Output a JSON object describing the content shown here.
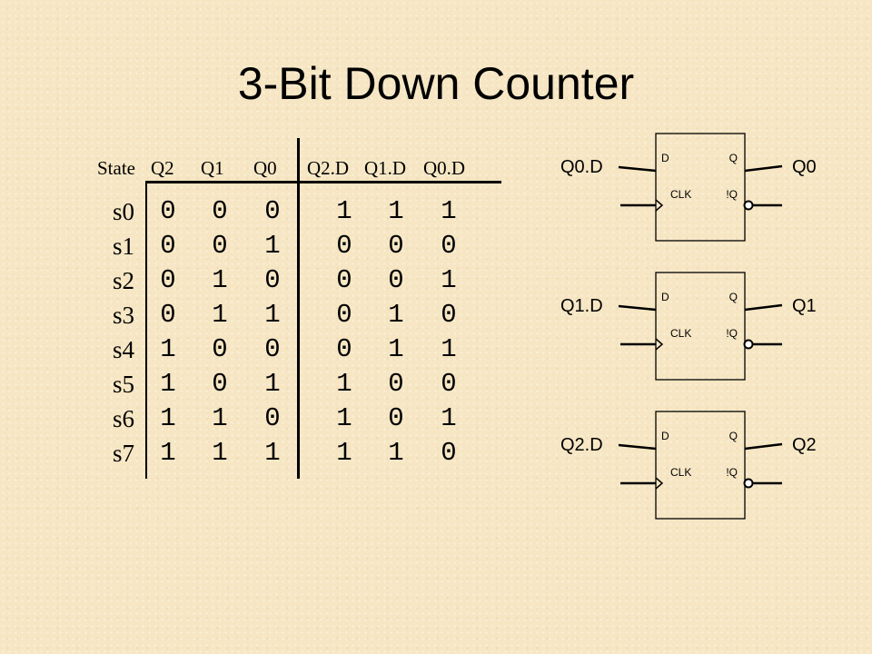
{
  "title": "3-Bit Down Counter",
  "table": {
    "headers": {
      "state": "State",
      "q2": "Q2",
      "q1": "Q1",
      "q0": "Q0",
      "q2d": "Q2.D",
      "q1d": "Q1.D",
      "q0d": "Q0.D"
    },
    "rows": [
      {
        "state": "s0",
        "cur": [
          "0",
          "0",
          "0"
        ],
        "next": [
          "1",
          "1",
          "1"
        ]
      },
      {
        "state": "s1",
        "cur": [
          "0",
          "0",
          "1"
        ],
        "next": [
          "0",
          "0",
          "0"
        ]
      },
      {
        "state": "s2",
        "cur": [
          "0",
          "1",
          "0"
        ],
        "next": [
          "0",
          "0",
          "1"
        ]
      },
      {
        "state": "s3",
        "cur": [
          "0",
          "1",
          "1"
        ],
        "next": [
          "0",
          "1",
          "0"
        ]
      },
      {
        "state": "s4",
        "cur": [
          "1",
          "0",
          "0"
        ],
        "next": [
          "0",
          "1",
          "1"
        ]
      },
      {
        "state": "s5",
        "cur": [
          "1",
          "0",
          "1"
        ],
        "next": [
          "1",
          "0",
          "0"
        ]
      },
      {
        "state": "s6",
        "cur": [
          "1",
          "1",
          "0"
        ],
        "next": [
          "1",
          "0",
          "1"
        ]
      },
      {
        "state": "s7",
        "cur": [
          "1",
          "1",
          "1"
        ],
        "next": [
          "1",
          "1",
          "0"
        ]
      }
    ]
  },
  "flipflops": [
    {
      "input": "Q0.D",
      "output": "Q0",
      "d": "D",
      "q": "Q",
      "clk": "CLK",
      "nq": "!Q"
    },
    {
      "input": "Q1.D",
      "output": "Q1",
      "d": "D",
      "q": "Q",
      "clk": "CLK",
      "nq": "!Q"
    },
    {
      "input": "Q2.D",
      "output": "Q2",
      "d": "D",
      "q": "Q",
      "clk": "CLK",
      "nq": "!Q"
    }
  ]
}
